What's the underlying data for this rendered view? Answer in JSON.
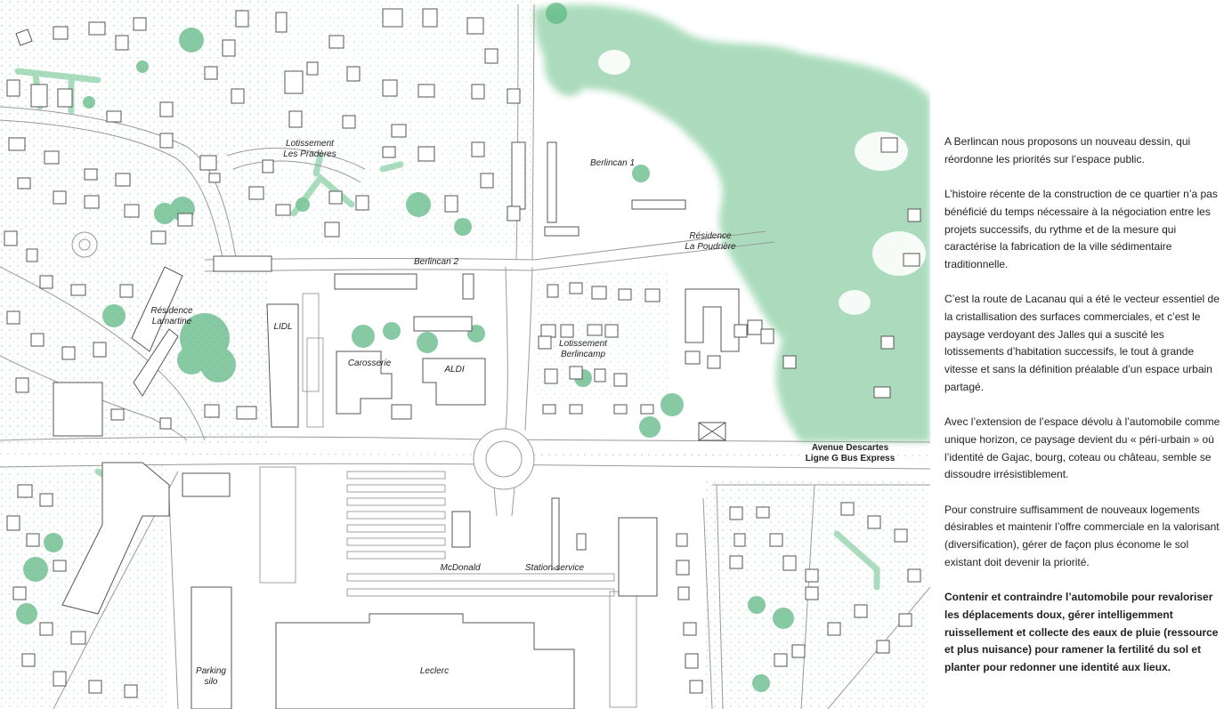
{
  "map": {
    "labels": {
      "lotissement_praderes_1": "Lotissement",
      "lotissement_praderes_2": "Les Pradères",
      "berlincan_1": "Berlincan 1",
      "residence_poudriere_1": "Résidence",
      "residence_poudriere_2": "La Poudrière",
      "berlincan_2": "Berlincan 2",
      "residence_lamartine_1": "Résidence",
      "residence_lamartine_2": "Lamartine",
      "lidl": "LIDL",
      "carosserie": "Carosserie",
      "aldi": "ALDI",
      "lotissement_berlincamp_1": "Lotissement",
      "lotissement_berlincamp_2": "Berlincamp",
      "avenue_descartes": "Avenue Descartes",
      "ligne_g": "Ligne G Bus Express",
      "mcdonald": "McDonald",
      "station_service": "Station-service",
      "parking_silo_1": "Parking",
      "parking_silo_2": "silo",
      "leclerc": "Leclerc"
    },
    "colors": {
      "vegetation": "#8fd0a6",
      "vegetation_dark": "#4fae79",
      "buildings": "#555555",
      "roads": "#9a9a9a"
    }
  },
  "text": {
    "p1": "A Berlincan nous proposons un nouveau dessin, qui réordonne les priorités sur l’espace public.",
    "p2": "L’histoire récente de la construction de ce quartier n’a pas bénéficié du temps nécessaire à la négociation entre les projets successifs, du rythme et de la mesure qui caractérise la fabrication de la ville sédimentaire traditionnelle.",
    "p3": "C’est la route de Lacanau qui a été le vecteur essentiel de la cristallisation des surfaces commerciales, et c’est le paysage verdoyant des Jalles qui a suscité les lotissements d’habitation successifs, le tout à grande vitesse et sans la définition préalable d’un espace urbain partagé.",
    "p4": "Avec l’extension de l’espace dévolu à l’automobile comme unique horizon, ce paysage devient du « péri-urbain » où l’identité de Gajac, bourg, coteau ou château, semble se dissoudre irrésistiblement.",
    "p5": "Pour construire suffisamment de nouveaux logements désirables et maintenir l’offre commerciale en la valorisant (diversification), gérer de façon plus économe le sol existant doit devenir la priorité.",
    "p6": "Contenir et contraindre l’automobile pour revaloriser les déplacements doux, gérer intelligemment ruissellement et collecte des eaux de pluie (ressource et plus nuisance) pour ramener la fertilité du sol et planter pour redonner une identité aux lieux."
  }
}
